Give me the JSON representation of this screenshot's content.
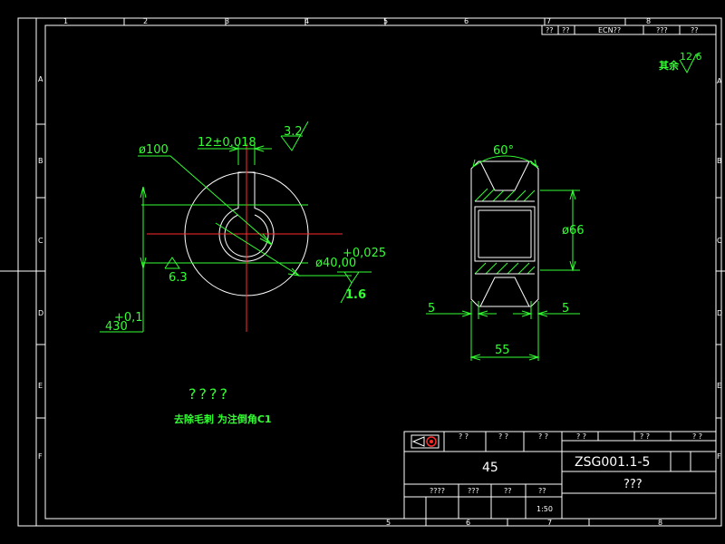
{
  "zones": {
    "top": [
      "1",
      "2",
      "3",
      "4",
      "5",
      "6",
      "7",
      "8"
    ],
    "bottom": [
      "5",
      "6",
      "7",
      "8"
    ],
    "side": [
      "A",
      "B",
      "C",
      "D",
      "E",
      "F"
    ]
  },
  "revision_header": [
    "??",
    "??",
    "ECN??",
    "???",
    "??"
  ],
  "roughness": {
    "general_label": "其余",
    "general_value": "12.6",
    "keyway": "3.2",
    "face": "6.3",
    "bore": "1.6"
  },
  "front_view": {
    "outer_diameter": "ø100",
    "keyway_width": "12±0.018",
    "bore_diameter": "ø40,00",
    "bore_tol": "+0,025",
    "keyway_depth": "430",
    "keyway_tol": "+0,1"
  },
  "side_view": {
    "groove_angle": "60°",
    "inner_diameter": "ø66",
    "left_offset": "5",
    "right_offset": "5",
    "width": "55"
  },
  "notes": {
    "heading": "????",
    "text": "去除毛刺 为注倒角C1"
  },
  "title_block": {
    "top_row": [
      "? ?",
      "? ?",
      "? ?",
      "? ?",
      "? ?",
      "? ?"
    ],
    "material": "45",
    "drawing_no": "ZSG001.1-5",
    "name": "???",
    "bottom_row": [
      "????",
      "???",
      "??",
      "??"
    ],
    "scale": "1:50"
  },
  "colors": {
    "geometry": "#ffffff",
    "dimension": "#33ff33",
    "centerline": "#ff2a2a",
    "background": "#000000"
  }
}
